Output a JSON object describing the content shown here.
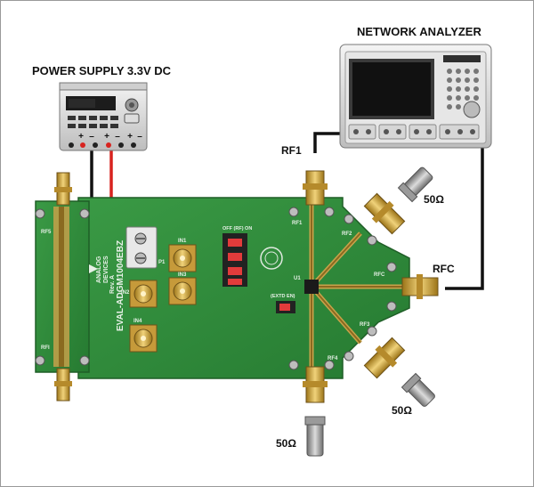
{
  "instruments": {
    "power_supply": {
      "label": "POWER SUPPLY 3.3V DC",
      "terminals": [
        "+",
        "–",
        "+",
        "–",
        "+",
        "–"
      ]
    },
    "network_analyzer": {
      "label": "NETWORK ANALYZER"
    }
  },
  "ports": {
    "rf1": "RF1",
    "rfc": "RFC"
  },
  "terminations": {
    "top_right": "50Ω",
    "bottom_right": "50Ω",
    "bottom": "50Ω"
  },
  "board": {
    "brand_line1": "ANALOG",
    "brand_line2": "DEVICES",
    "model": "EVAL-ADGM1004EBZ",
    "revision": "Rev. A",
    "connector_labels": [
      "RF5",
      "RFI",
      "RF1",
      "RF2",
      "RFC",
      "RF3",
      "RF4",
      "IN1",
      "IN2",
      "IN3",
      "IN4",
      "P1",
      "U1"
    ],
    "jumper_header": "OFF (RF) ON",
    "ext_label": "(EXTD EN)"
  },
  "colors": {
    "board_green": "#2f8a3a",
    "cable_black": "#111111",
    "wire_red": "#d8231f",
    "sma_gold": "#d2a83a"
  }
}
